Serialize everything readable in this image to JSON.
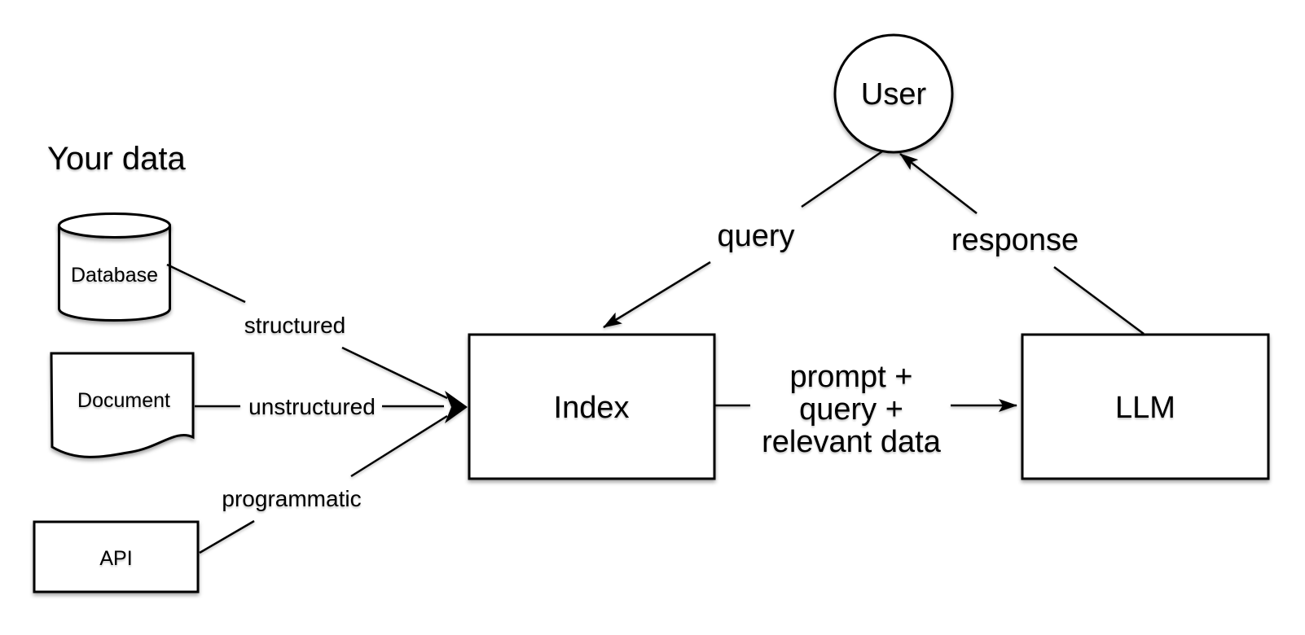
{
  "canvas": {
    "background": "#ffffff",
    "stroke_color": "#000000",
    "text_color": "#000000"
  },
  "title": {
    "text": "Your data"
  },
  "nodes": {
    "database": {
      "label": "Database",
      "shape": "cylinder"
    },
    "document": {
      "label": "Document",
      "shape": "document"
    },
    "api": {
      "label": "API",
      "shape": "rectangle"
    },
    "index": {
      "label": "Index",
      "shape": "rectangle"
    },
    "llm": {
      "label": "LLM",
      "shape": "rectangle"
    },
    "user": {
      "label": "User",
      "shape": "circle"
    }
  },
  "edges": {
    "structured": {
      "label": "structured",
      "from": "database",
      "to": "index"
    },
    "unstructured": {
      "label": "unstructured",
      "from": "document",
      "to": "index"
    },
    "programmatic": {
      "label": "programmatic",
      "from": "api",
      "to": "index"
    },
    "query": {
      "label": "query",
      "from": "user",
      "to": "index"
    },
    "prompt": {
      "label_lines": [
        "prompt +",
        "query +",
        "relevant data"
      ],
      "from": "index",
      "to": "llm"
    },
    "response": {
      "label": "response",
      "from": "llm",
      "to": "user"
    }
  }
}
